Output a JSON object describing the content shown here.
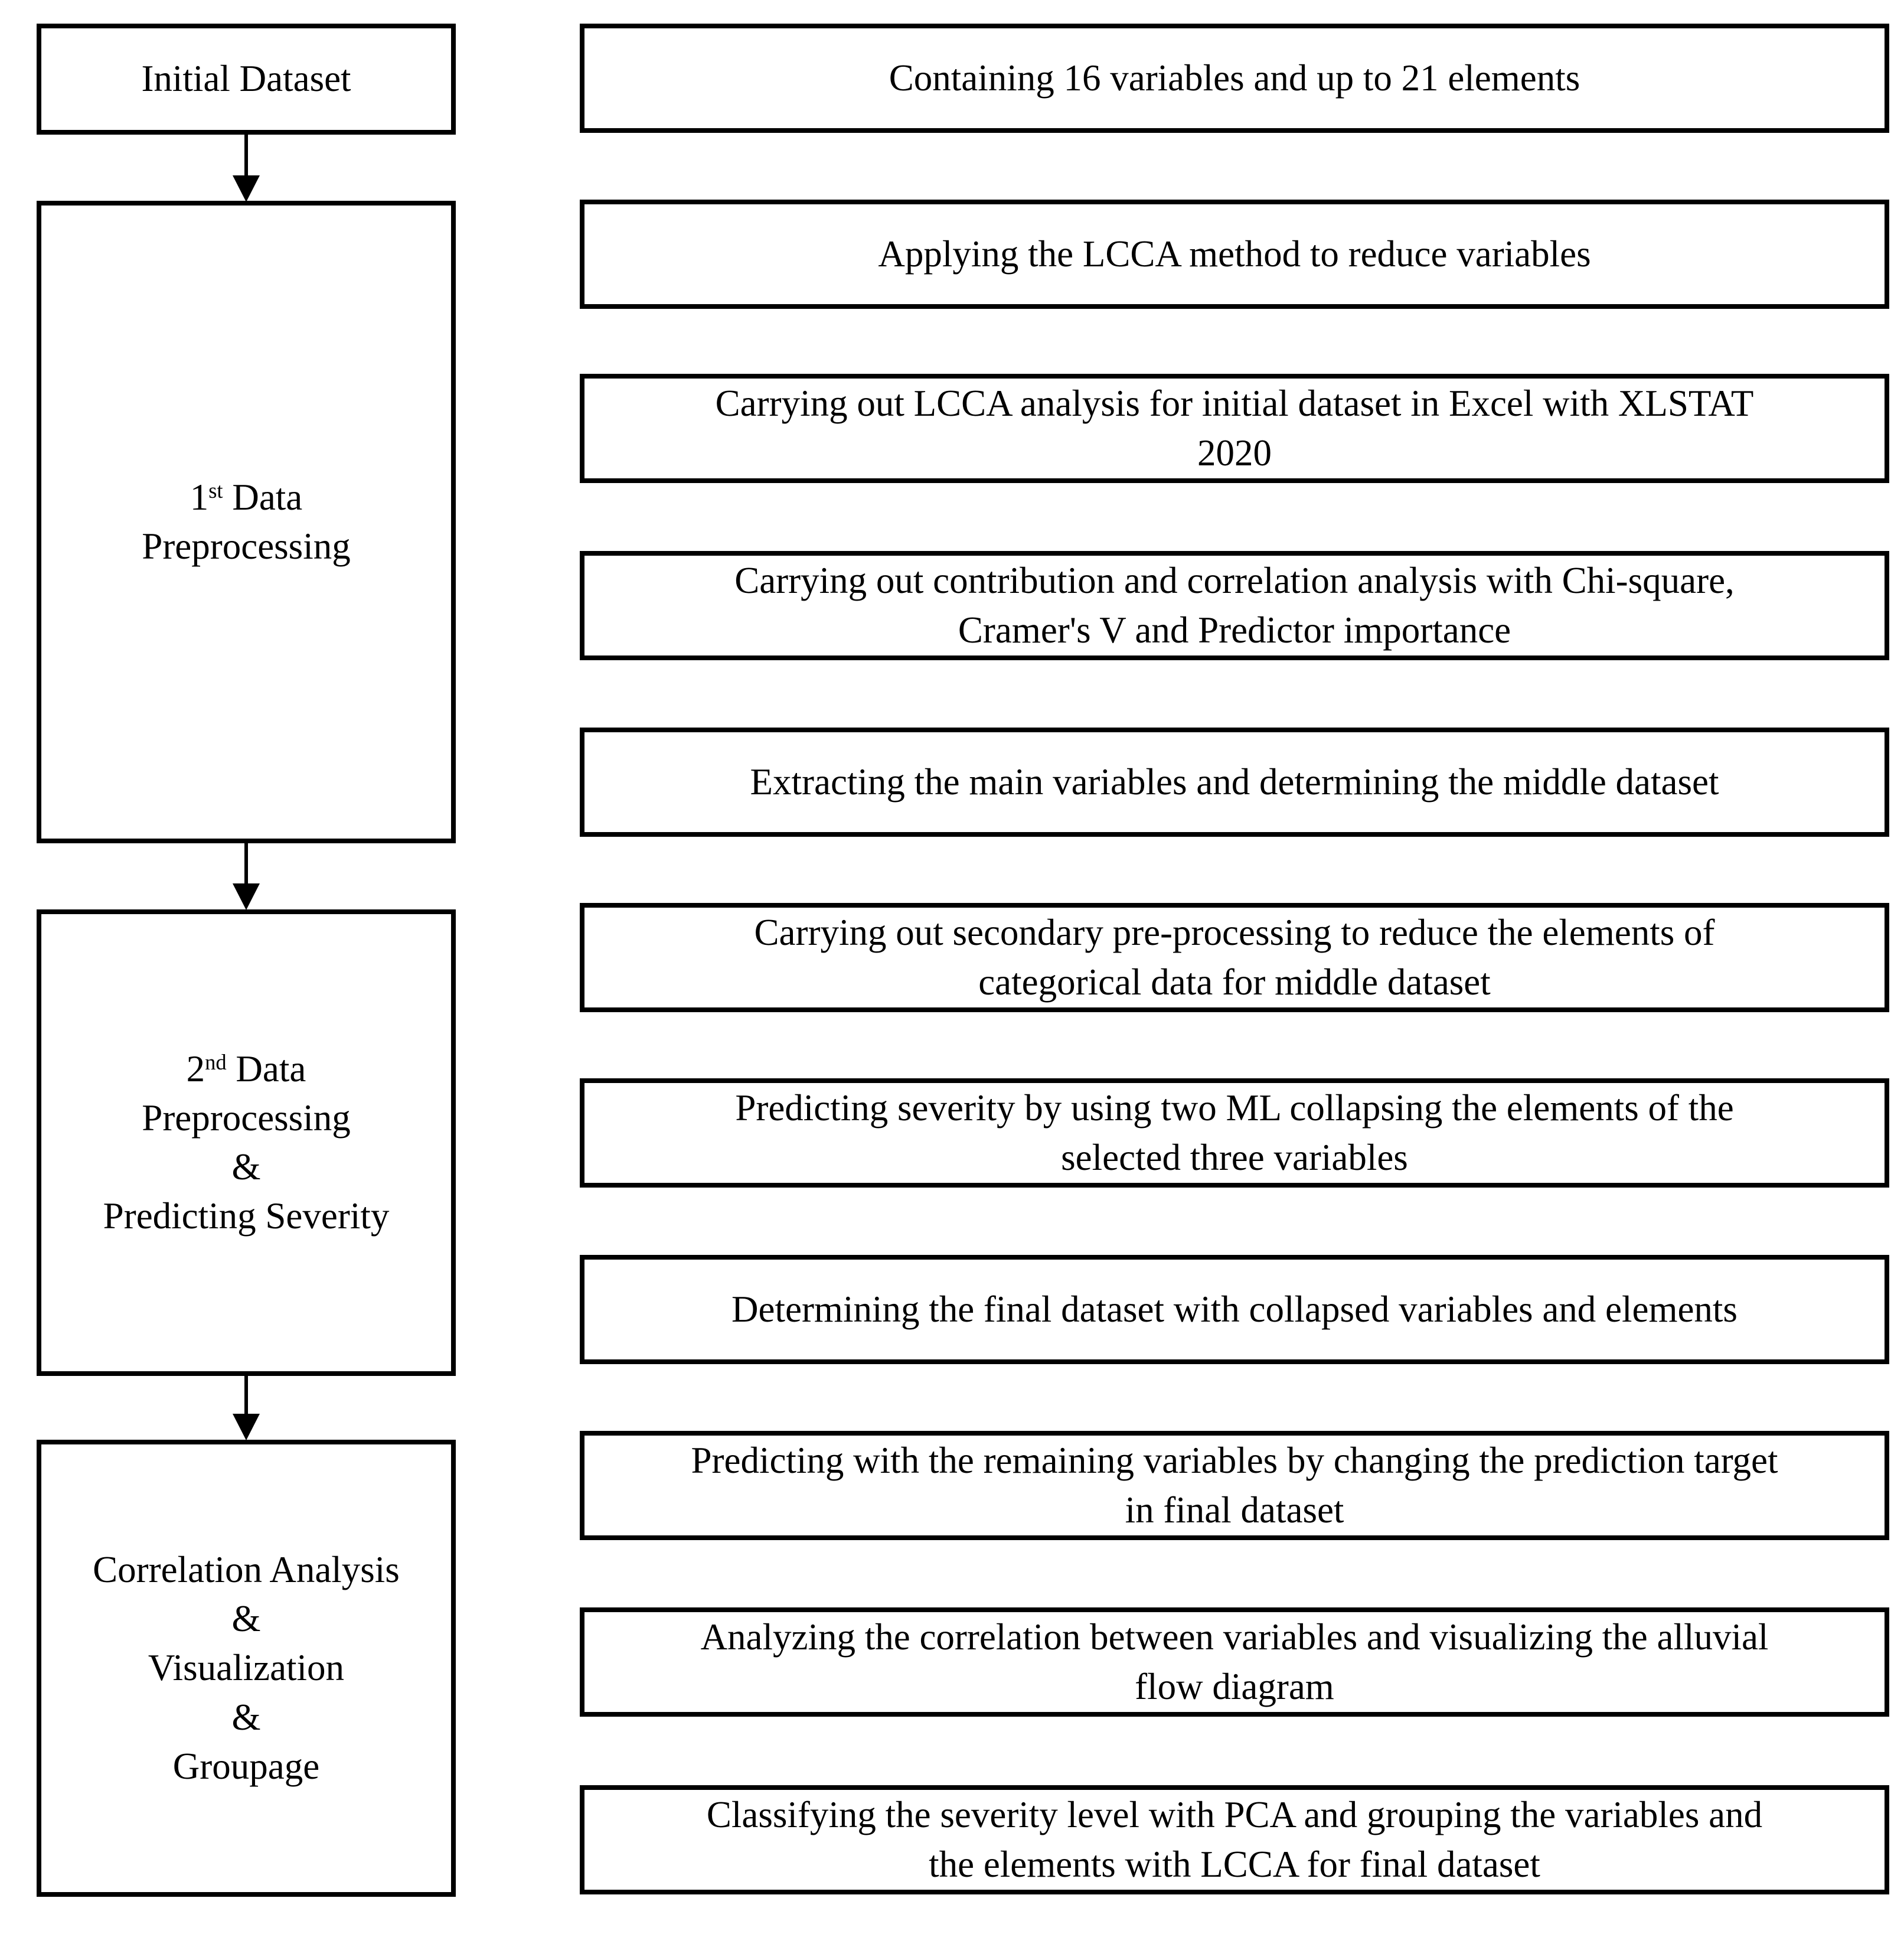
{
  "figure": {
    "type": "flowchart",
    "background_color": "#ffffff",
    "line_color": "#000000",
    "text_color": "#000000"
  },
  "icons": {
    "down_arrow": "▼"
  },
  "left_column": {
    "boxes": [
      {
        "id": "initial-dataset",
        "label": "Initial Dataset"
      },
      {
        "id": "first-data-preprocessing",
        "ordinal": "1",
        "ordinal_suffix": "st",
        "after_ordinal": " Data",
        "line2": "Preprocessing"
      },
      {
        "id": "second-data-preprocessing",
        "ordinal": "2",
        "ordinal_suffix": "nd",
        "after_ordinal": " Data",
        "lines": [
          "Preprocessing",
          "&",
          "Predicting Severity"
        ]
      },
      {
        "id": "correlation-analysis",
        "lines": [
          "Correlation Analysis",
          "&",
          "Visualization",
          "&",
          "Groupage"
        ]
      }
    ]
  },
  "right_column": {
    "boxes": [
      {
        "text": "Containing 16 variables and up to 21 elements"
      },
      {
        "text": "Applying the LCCA method to reduce variables"
      },
      {
        "text": "Carrying out LCCA analysis for initial dataset in Excel with XLSTAT\n2020"
      },
      {
        "text": "Carrying out contribution and correlation analysis with Chi-square,\nCramer's V and Predictor importance"
      },
      {
        "text": "Extracting the main variables and determining the middle dataset"
      },
      {
        "text": "Carrying out secondary pre-processing to reduce the elements of\ncategorical data for middle dataset"
      },
      {
        "text": "Predicting severity by using two ML collapsing the elements of the\nselected three variables"
      },
      {
        "text": "Determining the final dataset with collapsed variables and elements"
      },
      {
        "text": "Predicting with the remaining variables by changing the prediction target\nin final dataset"
      },
      {
        "text": "Analyzing the correlation between variables and visualizing the alluvial\nflow diagram"
      },
      {
        "text": "Classifying the severity level with PCA and grouping the variables and\nthe elements with LCCA for final dataset"
      }
    ]
  }
}
